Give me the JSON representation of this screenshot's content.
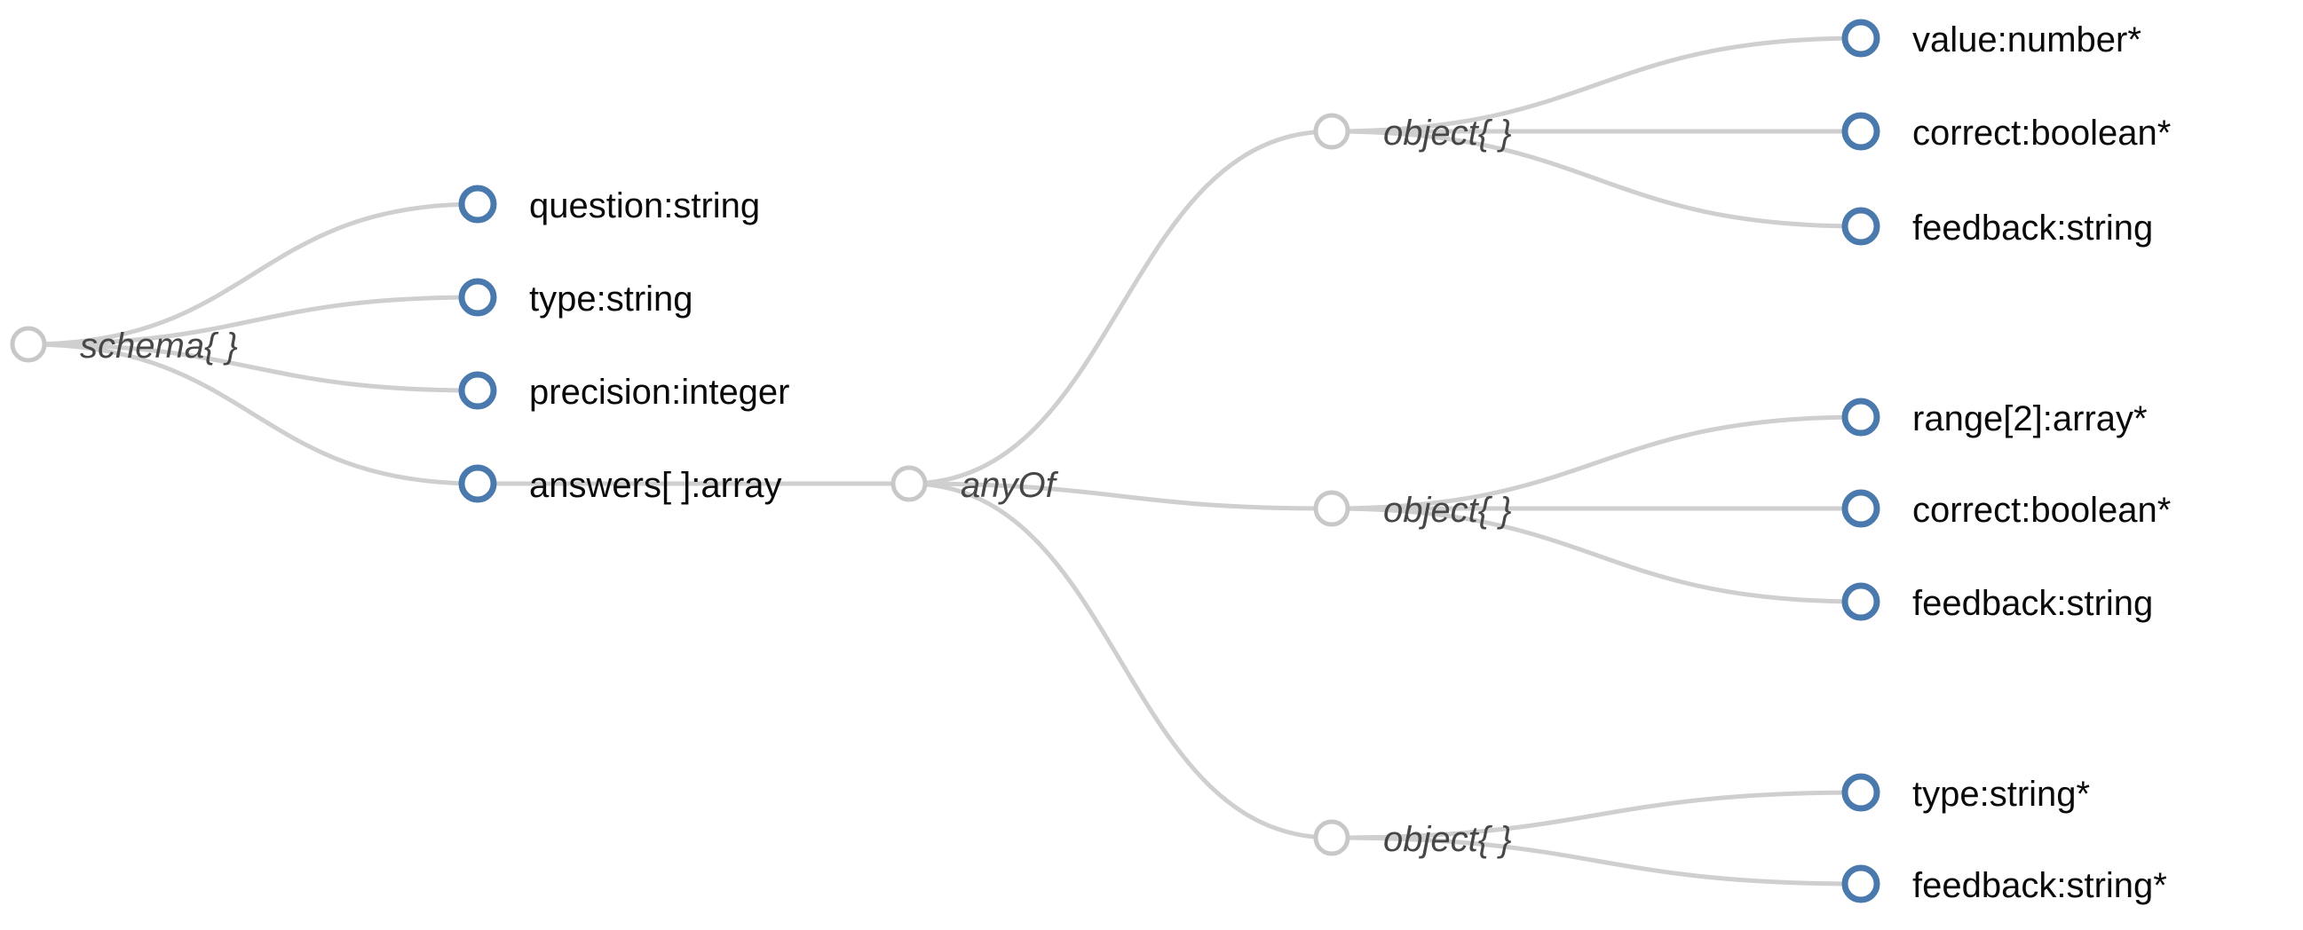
{
  "diagram": {
    "type": "json-schema-tree",
    "background": "#ffffff",
    "colors": {
      "property_circle": "#4a7aad",
      "container_circle": "#c8c8c8",
      "link": "#cfcfcf",
      "property_text": "#0a0a0a",
      "container_text": "#474747"
    },
    "nodes": [
      {
        "label": "schema{ }",
        "kind": "container",
        "circle": "blue"
      },
      {
        "label": "question:string",
        "kind": "property",
        "circle": "blue"
      },
      {
        "label": "type:string",
        "kind": "property",
        "circle": "blue"
      },
      {
        "label": "precision:integer",
        "kind": "property",
        "circle": "blue"
      },
      {
        "label": "answers[ ]:array",
        "kind": "property",
        "circle": "blue"
      },
      {
        "label": "anyOf",
        "kind": "container",
        "circle": "gray"
      },
      {
        "label": "object{ }",
        "kind": "container",
        "circle": "gray"
      },
      {
        "label": "value:number*",
        "kind": "property",
        "circle": "blue"
      },
      {
        "label": "correct:boolean*",
        "kind": "property",
        "circle": "blue"
      },
      {
        "label": "feedback:string",
        "kind": "property",
        "circle": "blue"
      },
      {
        "label": "object{ }",
        "kind": "container",
        "circle": "gray"
      },
      {
        "label": "range[2]:array*",
        "kind": "property",
        "circle": "blue"
      },
      {
        "label": "correct:boolean*",
        "kind": "property",
        "circle": "blue"
      },
      {
        "label": "feedback:string",
        "kind": "property",
        "circle": "blue"
      },
      {
        "label": "object{ }",
        "kind": "container",
        "circle": "gray"
      },
      {
        "label": "type:string*",
        "kind": "property",
        "circle": "blue"
      },
      {
        "label": "feedback:string*",
        "kind": "property",
        "circle": "blue"
      }
    ],
    "edges": [
      [
        0,
        1
      ],
      [
        0,
        2
      ],
      [
        0,
        3
      ],
      [
        0,
        4
      ],
      [
        4,
        5
      ],
      [
        5,
        6
      ],
      [
        5,
        10
      ],
      [
        5,
        14
      ],
      [
        6,
        7
      ],
      [
        6,
        8
      ],
      [
        6,
        9
      ],
      [
        10,
        11
      ],
      [
        10,
        12
      ],
      [
        10,
        13
      ],
      [
        14,
        15
      ],
      [
        14,
        16
      ]
    ]
  }
}
